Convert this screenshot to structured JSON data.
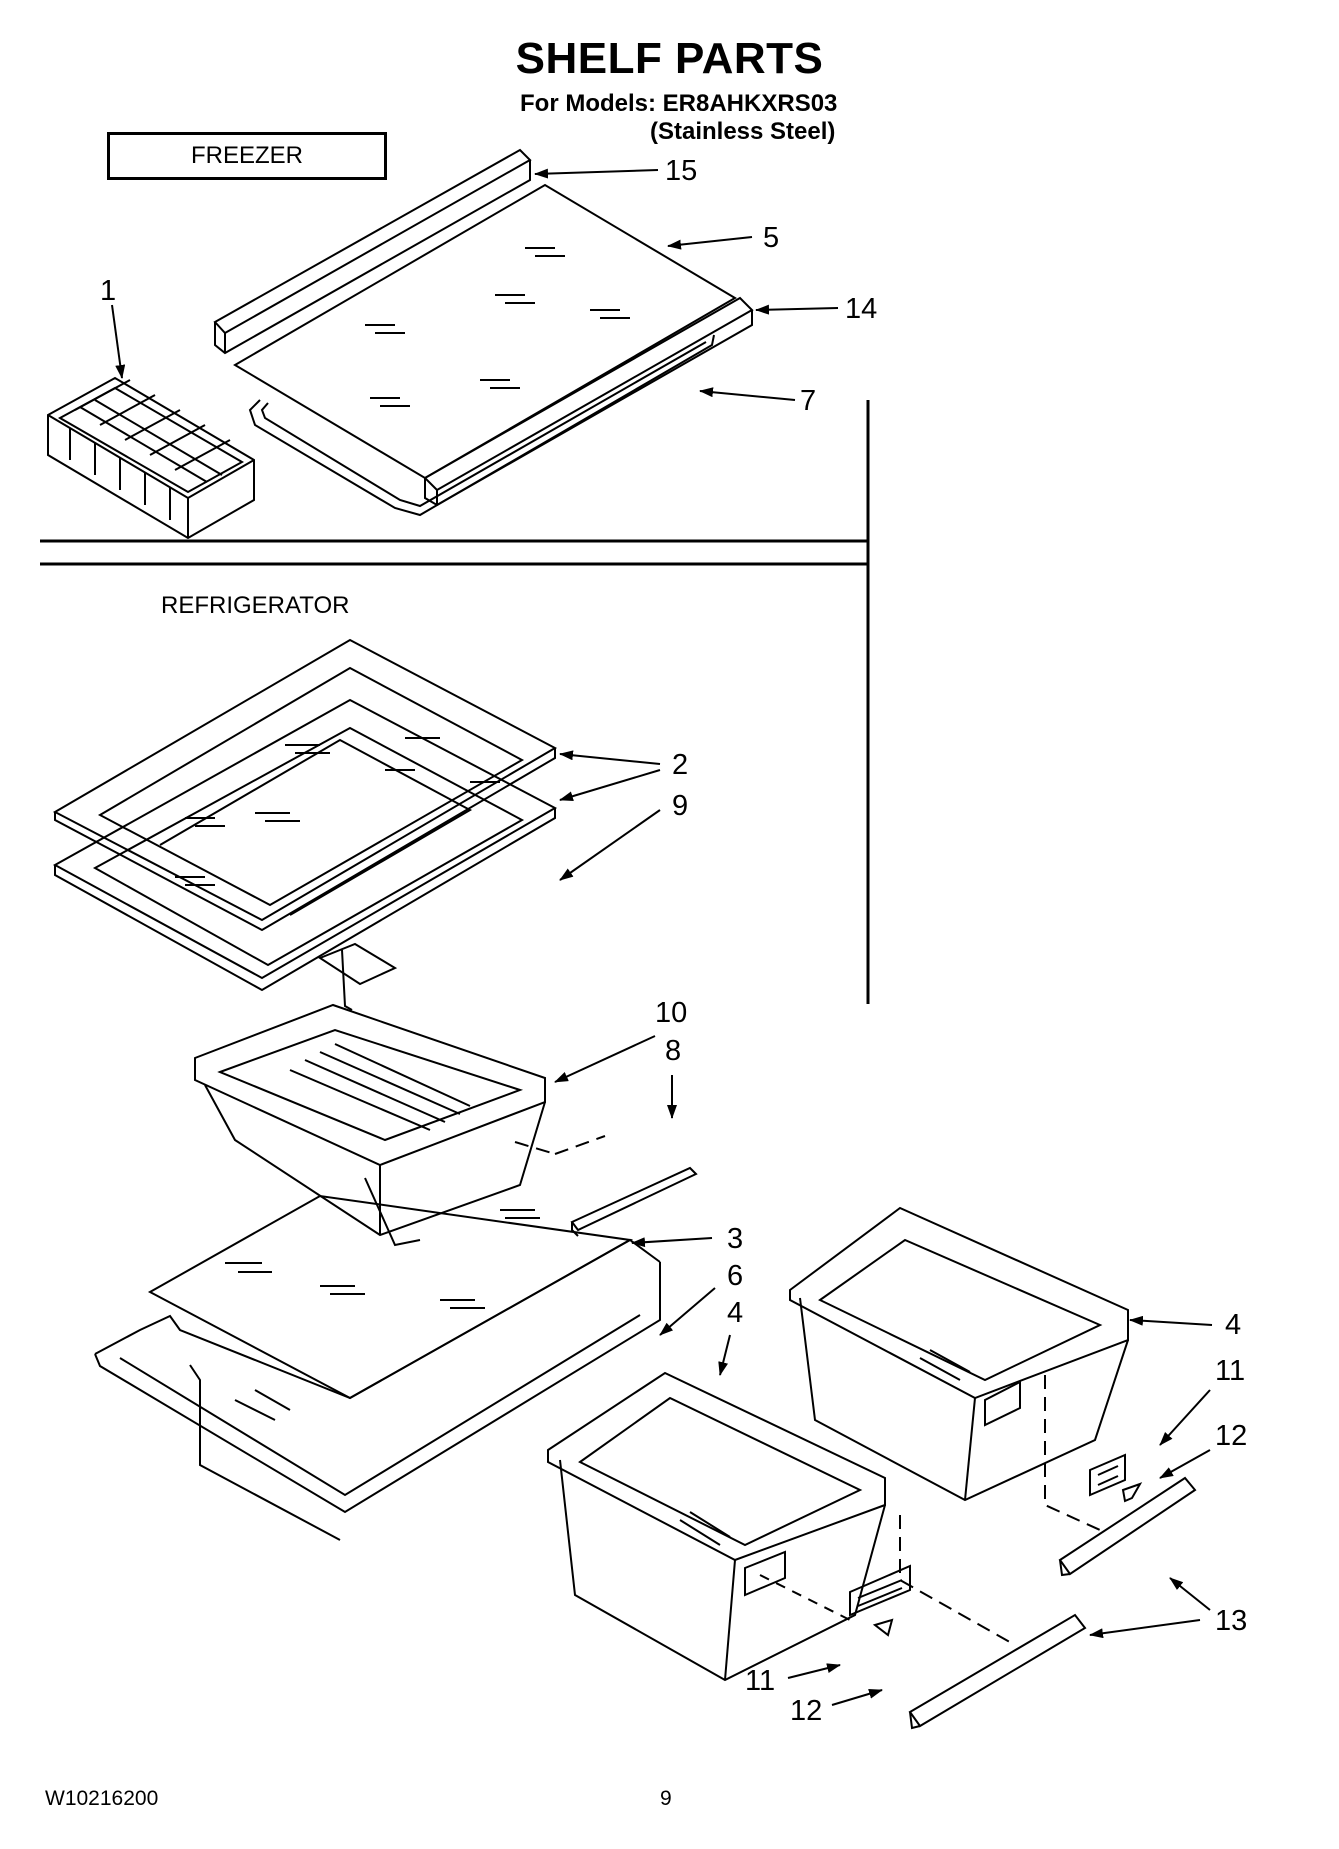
{
  "header": {
    "title": "SHELF PARTS",
    "models_line": "For Models: ER8AHKXRS03",
    "finish_line": "(Stainless Steel)"
  },
  "sections": {
    "freezer": "FREEZER",
    "refrigerator": "REFRIGERATOR"
  },
  "callouts": {
    "c15": "15",
    "c5": "5",
    "c14": "14",
    "c1": "1",
    "c7": "7",
    "c2": "2",
    "c9": "9",
    "c10": "10",
    "c8": "8",
    "c3": "3",
    "c6": "6",
    "c4a": "4",
    "c4b": "4",
    "c11a": "11",
    "c12a": "12",
    "c13": "13",
    "c11b": "11",
    "c12b": "12"
  },
  "footer": {
    "doc_number": "W10216200",
    "page_number": "9"
  }
}
